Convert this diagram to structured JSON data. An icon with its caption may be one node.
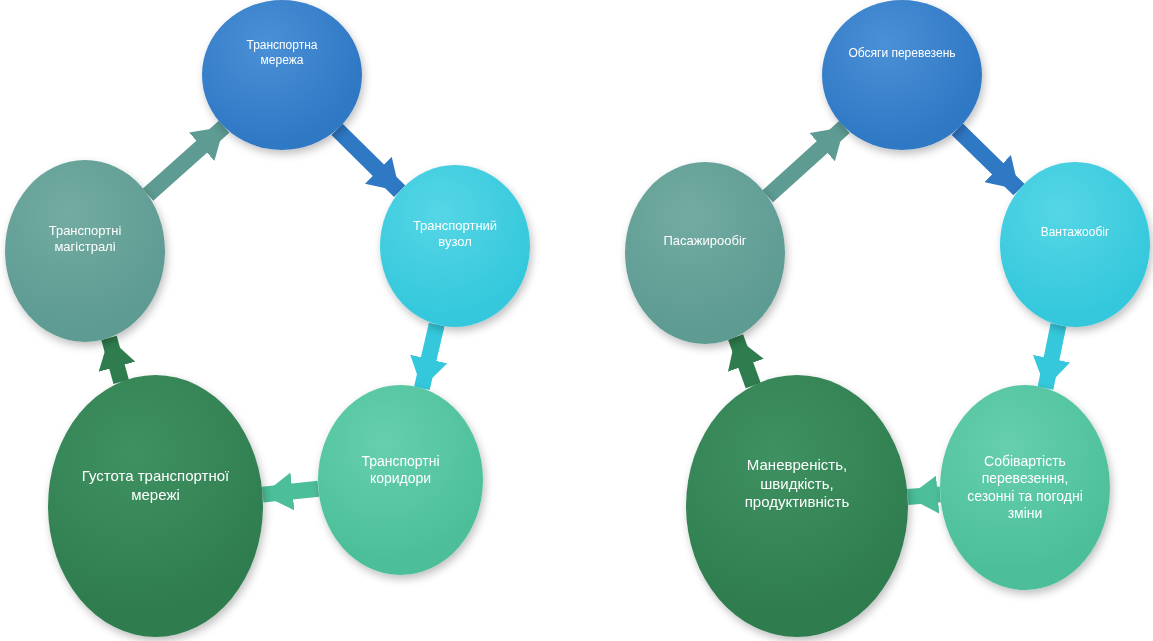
{
  "diagram": {
    "nodes": [
      {
        "text": [
          "Транспортна мережа"
        ]
      },
      {
        "text": [
          "Транспортний вузол"
        ]
      },
      {
        "text": [
          "Транспортні коридори"
        ]
      },
      {
        "text": [
          "Густота транспортної мережі"
        ]
      },
      {
        "text": [
          "Транспортні магістралі"
        ]
      },
      {
        "text": [
          "Обсяги перевезень"
        ]
      },
      {
        "text": [
          "Вантажообіг"
        ]
      },
      {
        "text": [
          "Собівартість перевезення, сезонні та погодні зміни"
        ]
      },
      {
        "text": [
          "Маневреність, швидкість, продуктивність"
        ]
      },
      {
        "text": [
          "Пасажирообіг"
        ]
      }
    ],
    "edges": [
      {
        "from": 0,
        "to": 1,
        "arrow": "to",
        "color": "#2f78c4"
      },
      {
        "from": 1,
        "to": 2,
        "arrow": "to",
        "color": "#35c8dc"
      },
      {
        "from": 2,
        "to": 3,
        "arrow": "to",
        "color": "#4cbf9a"
      },
      {
        "from": 3,
        "to": 4,
        "arrow": "to",
        "color": "#2f7d4e"
      },
      {
        "from": 4,
        "to": 0,
        "arrow": "to",
        "color": "#5e9b92"
      },
      {
        "from": 5,
        "to": 6,
        "arrow": "to",
        "color": "#2f78c4"
      },
      {
        "from": 6,
        "to": 7,
        "arrow": "to",
        "color": "#35c8dc"
      },
      {
        "from": 7,
        "to": 8,
        "arrow": "to",
        "color": "#4cbf9a"
      },
      {
        "from": 8,
        "to": 9,
        "arrow": "to",
        "color": "#2f7d4e"
      },
      {
        "from": 9,
        "to": 5,
        "arrow": "to",
        "color": "#5e9b92"
      }
    ]
  }
}
